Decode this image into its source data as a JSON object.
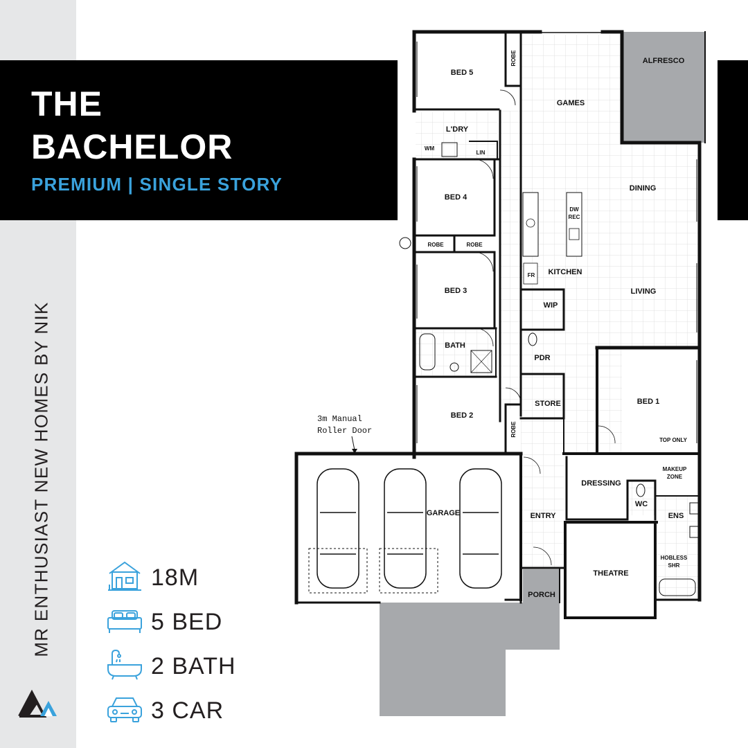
{
  "header": {
    "title_line1": "THE",
    "title_line2": "BACHELOR",
    "subtitle": "PREMIUM | SINGLE STORY"
  },
  "sidebar": {
    "brand_text": "MR ENTHUSIAST NEW HOMES BY NIK",
    "logo_icon": "triangle-logo-icon"
  },
  "specs": [
    {
      "icon": "house-icon",
      "value": "18M"
    },
    {
      "icon": "bed-icon",
      "value": "5 BED"
    },
    {
      "icon": "bath-icon",
      "value": "2 BATH"
    },
    {
      "icon": "car-icon",
      "value": "3 CAR"
    }
  ],
  "colors": {
    "accent": "#3aa2dc",
    "band": "#000000",
    "strip": "#e6e7e8",
    "slab": "#a7a9ac"
  },
  "floorplan": {
    "rooms": {
      "bed5": "BED 5",
      "robe_bed5": "ROBE",
      "ldry": "L'DRY",
      "wm": "WM",
      "lin": "LIN",
      "bed4": "BED 4",
      "robe1": "ROBE",
      "robe2": "ROBE",
      "bed3": "BED 3",
      "bath": "BATH",
      "bed2": "BED 2",
      "robe_bed2": "ROBE",
      "games": "GAMES",
      "alfresco": "ALFRESCO",
      "dining": "DINING",
      "kitchen": "KITCHEN",
      "dw": "DW",
      "rec": "REC",
      "fr": "FR",
      "living": "LIVING",
      "wip": "WIP",
      "pdr": "PDR",
      "store": "STORE",
      "bed1": "BED 1",
      "top_only": "TOP ONLY",
      "makeup_line1": "MAKEUP",
      "makeup_line2": "ZONE",
      "dressing": "DRESSING",
      "wc": "WC",
      "ens": "ENS",
      "hobless_line1": "HOBLESS",
      "hobless_line2": "SHR",
      "garage": "GARAGE",
      "entry": "ENTRY",
      "theatre": "THEATRE",
      "porch": "PORCH"
    },
    "annotation_line1": "3m Manual",
    "annotation_line2": "Roller Door"
  }
}
